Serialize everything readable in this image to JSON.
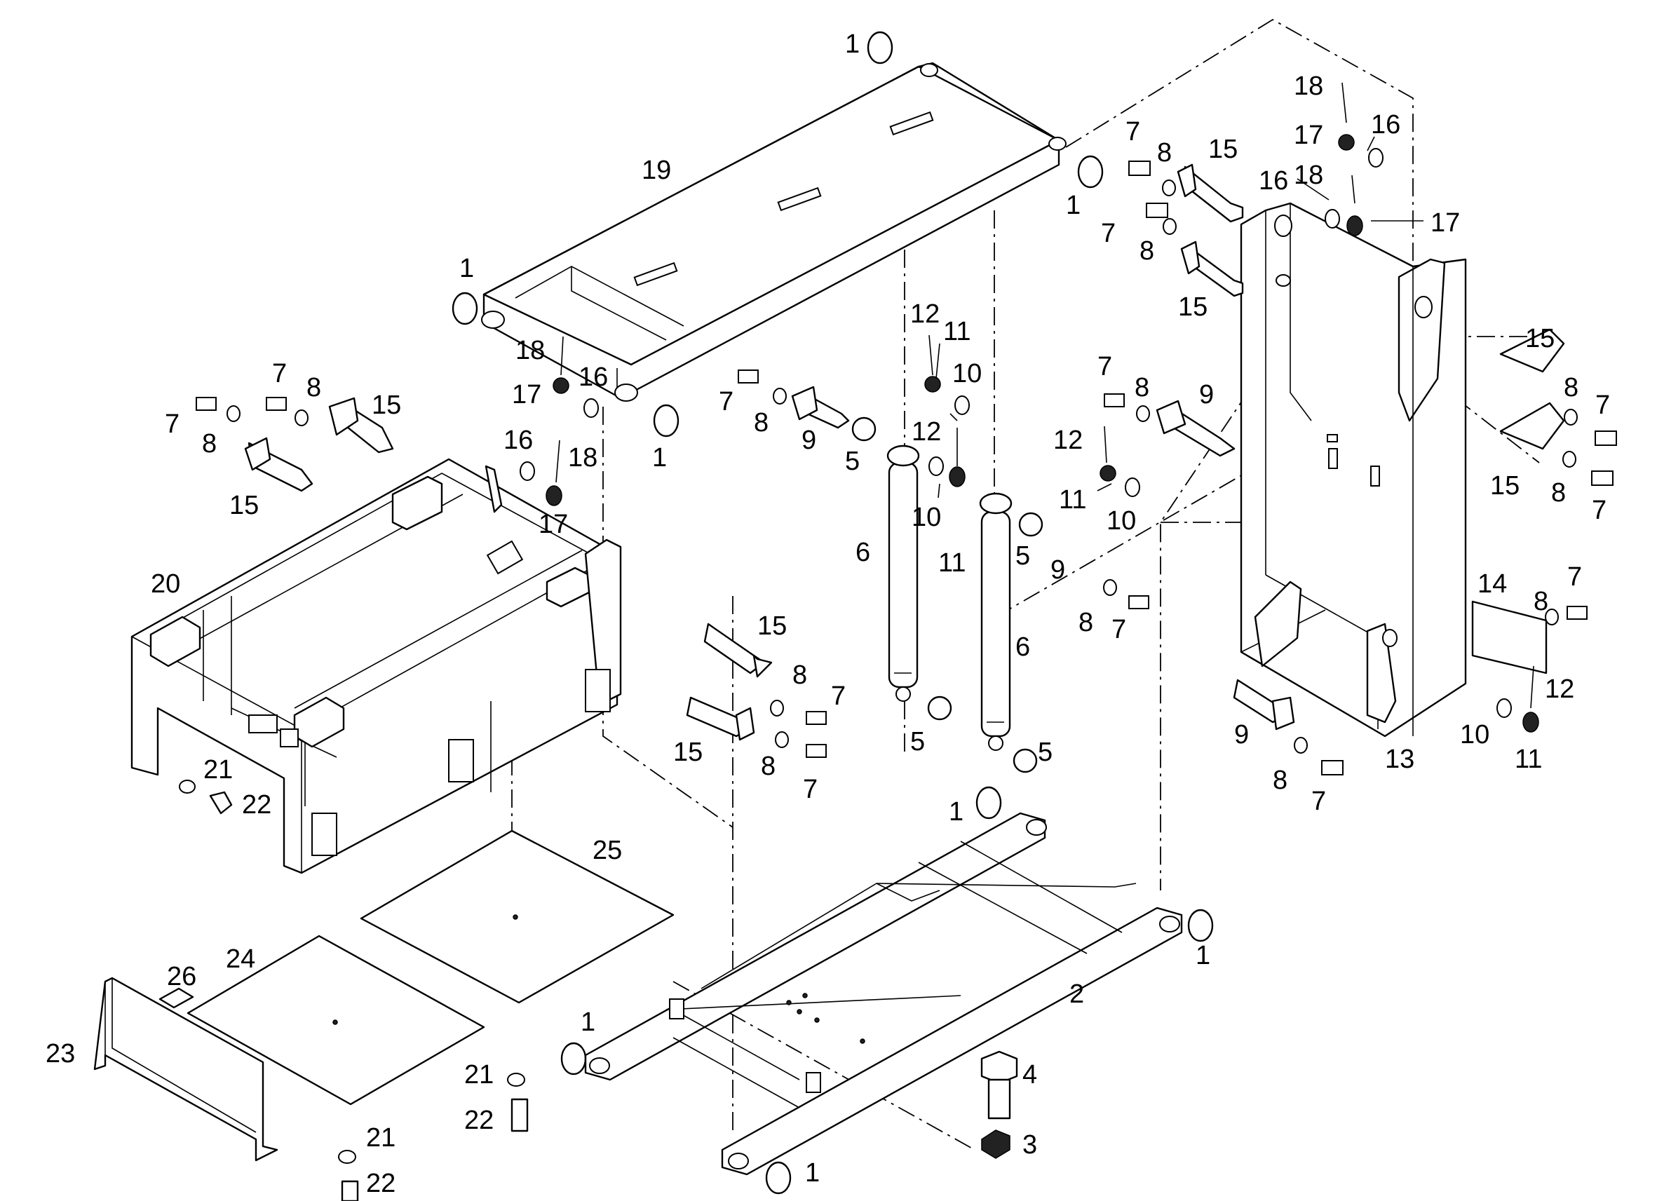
{
  "labels": {
    "p1": "1",
    "p2": "2",
    "p3": "3",
    "p4": "4",
    "p5": "5",
    "p6": "6",
    "p7": "7",
    "p8": "8",
    "p9": "9",
    "p10": "10",
    "p11": "11",
    "p12": "12",
    "p13": "13",
    "p14": "14",
    "p15": "15",
    "p16": "16",
    "p17": "17",
    "p18": "18",
    "p19": "19",
    "p20": "20",
    "p21": "21",
    "p22": "22",
    "p23": "23",
    "p24": "24",
    "p25": "25",
    "p26": "26"
  },
  "colors": {
    "line": "#000000",
    "background": "#ffffff"
  }
}
